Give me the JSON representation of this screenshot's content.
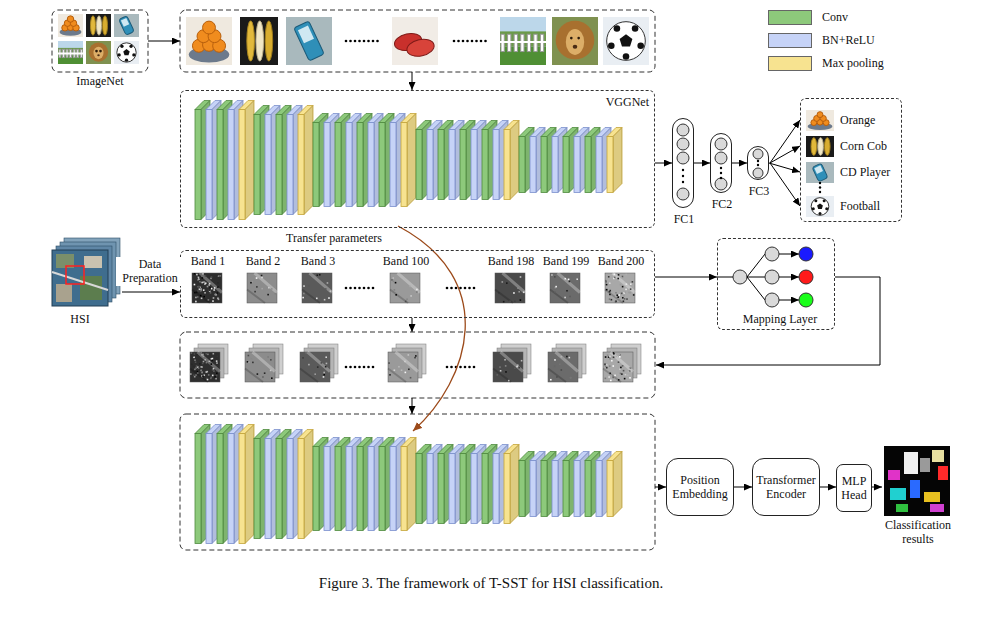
{
  "diagram": {
    "caption": "Figure 3. The framework of T-SST for HSI classification.",
    "nodes": [
      {
        "text": [
          "ImageNet"
        ]
      },
      {
        "text": [
          "VGGNet"
        ]
      },
      {
        "text": [
          "FC1"
        ]
      },
      {
        "text": [
          "FC2"
        ]
      },
      {
        "text": [
          "FC3"
        ]
      },
      {
        "text": [
          "Orange",
          "Corn Cob",
          "CD Player",
          "Football"
        ]
      },
      {
        "text": [
          "Band 1",
          "Band 2",
          "Band 3",
          "Band 100",
          "Band 198",
          "Band 199",
          "Band 200"
        ]
      },
      {
        "text": [
          "Mapping Layer"
        ]
      },
      {
        "text": [
          "Position Embedding"
        ]
      },
      {
        "text": [
          "Transformer Encoder"
        ]
      },
      {
        "text": [
          "MLP Head"
        ]
      },
      {
        "text": [
          "Classification results"
        ]
      }
    ],
    "edges": [
      {
        "from": 1,
        "to": 2,
        "arrow": "to"
      },
      {
        "from": 2,
        "to": 3,
        "arrow": "to"
      },
      {
        "from": 3,
        "to": 4,
        "arrow": "to"
      },
      {
        "from": 4,
        "to": 5,
        "arrow": "to"
      },
      {
        "from": 6,
        "to": 7,
        "arrow": "to"
      },
      {
        "from": 8,
        "to": 9,
        "arrow": "to"
      },
      {
        "from": 9,
        "to": 10,
        "arrow": "to"
      },
      {
        "from": 10,
        "to": 11,
        "arrow": "to"
      }
    ],
    "labels": [
      "Transfer parameters",
      "Data Preparation",
      "HSI"
    ],
    "legend": [
      {
        "text": "Conv",
        "color": "#8dc97b"
      },
      {
        "text": "BN+ReLU",
        "color": "#c6d3f7"
      },
      {
        "text": "Max pooling",
        "color": "#f7e390"
      }
    ]
  }
}
